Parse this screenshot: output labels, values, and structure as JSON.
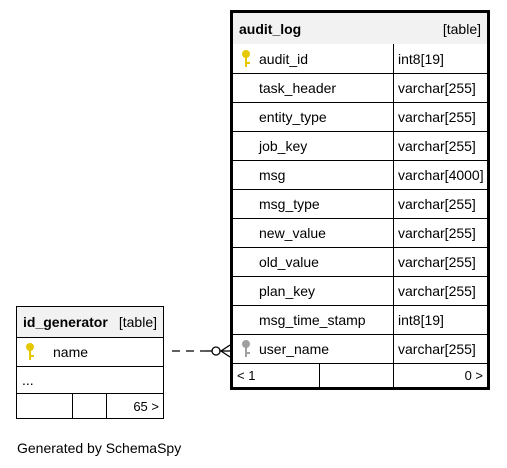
{
  "audit_log": {
    "title": "audit_log",
    "kind": "[table]",
    "columns": [
      {
        "name": "audit_id",
        "type": "int8[19]",
        "key": "primary"
      },
      {
        "name": "task_header",
        "type": "varchar[255]",
        "key": ""
      },
      {
        "name": "entity_type",
        "type": "varchar[255]",
        "key": ""
      },
      {
        "name": "job_key",
        "type": "varchar[255]",
        "key": ""
      },
      {
        "name": "msg",
        "type": "varchar[4000]",
        "key": ""
      },
      {
        "name": "msg_type",
        "type": "varchar[255]",
        "key": ""
      },
      {
        "name": "new_value",
        "type": "varchar[255]",
        "key": ""
      },
      {
        "name": "old_value",
        "type": "varchar[255]",
        "key": ""
      },
      {
        "name": "plan_key",
        "type": "varchar[255]",
        "key": ""
      },
      {
        "name": "msg_time_stamp",
        "type": "int8[19]",
        "key": ""
      },
      {
        "name": "user_name",
        "type": "varchar[255]",
        "key": "foreign"
      }
    ],
    "footer": {
      "parents": "< 1",
      "children": "0 >"
    }
  },
  "id_generator": {
    "title": "id_generator",
    "kind": "[table]",
    "columns": [
      {
        "name": "name",
        "key": "primary"
      }
    ],
    "ellipsis": "...",
    "footer": {
      "rows": "65 >"
    }
  },
  "generated_by": "Generated by SchemaSpy",
  "colors": {
    "primary_key": "#e6c800",
    "foreign_key": "#a0a0a0",
    "header_bg": "#f2f2f2"
  },
  "icons": {
    "primary_key": "key-icon",
    "foreign_key": "foreign-key-icon"
  }
}
